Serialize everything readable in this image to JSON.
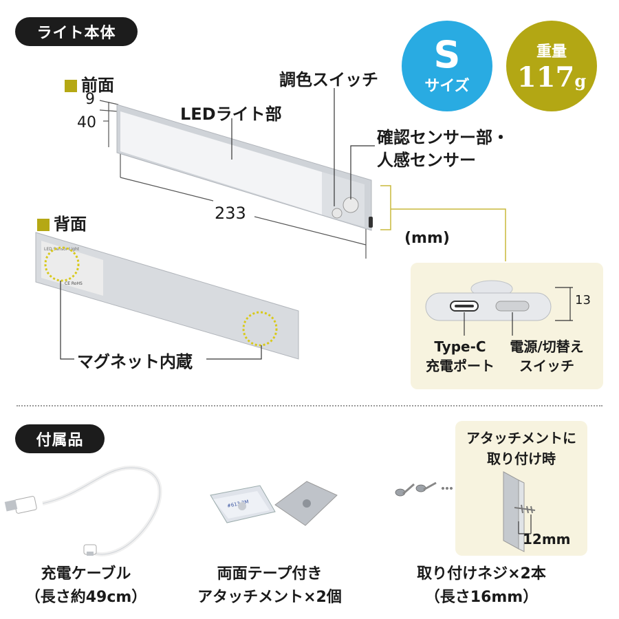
{
  "light_section": {
    "title": "ライト本体",
    "front_label": "前面",
    "back_label": "背面",
    "dim_depth": "9",
    "dim_height": "40",
    "dim_length": "233",
    "dim_port_height": "13",
    "unit": "(mm)",
    "led_label": "LEDライト部",
    "color_switch_label": "調色スイッチ",
    "sensor_label_line1": "確認センサー部・",
    "sensor_label_line2": "人感センサー",
    "magnet_label": "マグネット内蔵",
    "port_label_line1": "Type-C",
    "port_label_line2": "充電ポート",
    "switch_label_line1": "電源/切替え",
    "switch_label_line2": "スイッチ",
    "product_text_line1": "LED Sensor Light",
    "product_text_marks": "CE RoHS"
  },
  "size_badge": {
    "letter": "S",
    "word": "サイズ",
    "color": "#29abe2"
  },
  "weight_badge": {
    "title": "重量",
    "value": "117",
    "unit": "g",
    "color": "#b3a714"
  },
  "accessories_section": {
    "title": "付属品",
    "cable_line1": "充電ケーブル",
    "cable_line2": "（長さ約49cm）",
    "plate_line1": "両面テープ付き",
    "plate_line2": "アタッチメント×2個",
    "plate_tape_text": "#613 3M",
    "screw_line1": "取り付けネジ×2本",
    "screw_line2": "（長さ16mm）",
    "attach_title_line1": "アタッチメントに",
    "attach_title_line2": "取り付け時",
    "screw_length": "12mm"
  },
  "colors": {
    "accent_yellow": "#b5a814",
    "panel_bg": "#f7f3df",
    "dark": "#1c1c1c"
  }
}
